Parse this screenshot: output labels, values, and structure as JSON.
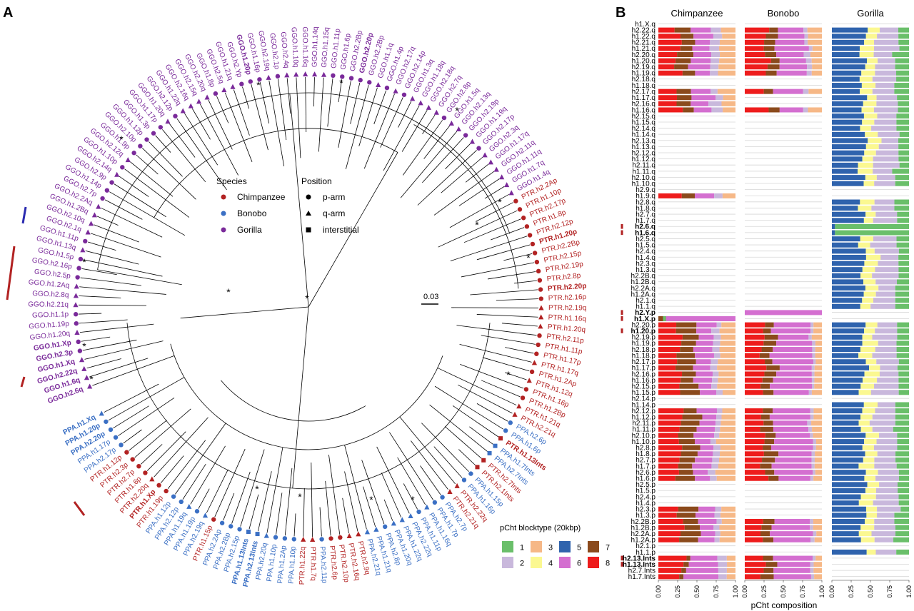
{
  "panels": {
    "a": "A",
    "b": "B"
  },
  "colors": {
    "chimp": "#b22222",
    "bonobo": "#3a6fc4",
    "gorilla": "#7a2a9a",
    "blocks": {
      "1": "#6abf6a",
      "2": "#c9b8dc",
      "3": "#f6b887",
      "4": "#fbf891",
      "5": "#2f63ad",
      "6": "#d46fd0",
      "7": "#8b4a1c",
      "8": "#ee1c1c"
    }
  },
  "legend_species": {
    "title": "Species",
    "items": [
      {
        "label": "Chimpanzee",
        "color": "#b22222"
      },
      {
        "label": "Bonobo",
        "color": "#3a6fc4"
      },
      {
        "label": "Gorilla",
        "color": "#7a2a9a"
      }
    ]
  },
  "legend_position": {
    "title": "Position",
    "items": [
      {
        "label": "p-arm",
        "shape": "circle"
      },
      {
        "label": "q-arm",
        "shape": "triangle"
      },
      {
        "label": "interstitial",
        "shape": "square"
      }
    ]
  },
  "scale_label": "0.03",
  "tip_labels": {
    "gorilla_top": [
      "GGO.h2.20q",
      "GGO.h1.8p",
      "GGO.h2.5q",
      "GGO.h1.21q",
      "GGO.h2.Yp",
      "GGO.h1.20p",
      "GGO.h1.16p",
      "GGO.h2.19q",
      "GGO.h2.1p",
      "GGO.h2.4q",
      "GGO.h1.10q",
      "GGO.h1.16q",
      "GGO.h1.14q",
      "GGO.h1.15q",
      "GGO.h1.11p",
      "GGO.h1.6p",
      "GGO.h2.2Bp",
      "GGO.h2.20p",
      "GGO.h2.2Bp",
      "GGO.h1.1q",
      "GGO.h1.4p",
      "GGO.h2.17q",
      "GGO.h2.14p",
      "GGO.h1.3q",
      "GGO.h1.18q",
      "GGO.h2.18q",
      "GGO.h2.7q",
      "GGO.h2.8p",
      "GGO.h1.5q",
      "GGO.h2.13q",
      "GGO.h2.19p",
      "GGO.h1.19q",
      "GGO.h2.17p",
      "GGO.h2.3q",
      "GGO.h1.17q",
      "GGO.h2.11q",
      "GGO.h1.11q",
      "GGO.h1.7q",
      "GGO.h1.4q"
    ],
    "gorilla_left": [
      "GGO.h1.20q",
      "GGO.h1.19p",
      "GGO.h1.1p",
      "GGO.h2.21q",
      "GGO.h2.8q",
      "GGO.h1.2Aq",
      "GGO.h2.5p",
      "GGO.h2.16p",
      "GGO.h1.5p",
      "GGO.h1.13q",
      "GGO.h1.11p",
      "GGO.h2.1q",
      "GGO.h2.10q",
      "GGO.h1.2Bq",
      "GGO.h2.2Aq",
      "GGO.h2.7p",
      "GGO.h1.14p",
      "GGO.h2.9p",
      "GGO.h2.14q",
      "GGO.h1.10p",
      "GGO.h2.12q",
      "GGO.h1.9p",
      "GGO.h2.10p",
      "GGO.h1.12p",
      "GGO.h1.3p",
      "GGO.h1.17p",
      "GGO.h1.20q",
      "GGO.h2.12p",
      "GGO.h1.22q",
      "GGO.h2.16q",
      "GGO.h2.15q"
    ],
    "gorilla_bold": [
      "GGO.h1.Xp",
      "GGO.h2.3p",
      "GGO.h1.Xq",
      "GGO.h2.22q",
      "GGO.h1.6q",
      "GGO.h2.6q"
    ],
    "left_lower": [
      "PPA.h1.Xq",
      "PPA.h1.20p",
      "PPA.h2.20p",
      "PPA.h1.17p",
      "PPA.h2.17p",
      "PTR.h1.12p",
      "PTR.h2.3p",
      "PTR.h2.7p",
      "PTR.h1.6p",
      "PTR.h2.20q",
      "PTR.h1.Xp",
      "PTR.h1.19p",
      "PPA.h1.12p",
      "PPA.h2.12p",
      "PPA.h1.19q",
      "PPA.h1.19p",
      "PPA.h2.19q",
      "PTR.h1.15p",
      "PPA.h2.2Ap",
      "PPA.h2.2Bp",
      "PPA.h2.15p",
      "PPA.h1.13Ints",
      "PPA.h2.13Ints",
      "PPA.h2.20q",
      "PPA.h1.10p",
      "PPA.h1.2Ap",
      "PPA.h1.10p"
    ],
    "bottom": [
      "PTR.h1.22q",
      "PTR.h1.7q",
      "PPA.h2.11p",
      "PTR.h2.6p",
      "PTR.h2.10p",
      "PTR.h2.16q",
      "PTR.h2.9q",
      "PPA.h2.21q",
      "PPA.h1.21q",
      "PPA.h2.8p",
      "PPA.h1.20q",
      "PPA.h1.22q",
      "PPA.h2.22q",
      "PPA.h1.11p",
      "PPA.h1.16q",
      "PPA.h1.7p",
      "PPA.h2.7p",
      "PTR.h2.21q",
      "PTR.h2.22q",
      "PPA.h1.16p",
      "PPA.h1.15p",
      "PTR.h2.1Ints",
      "PTR.h2.7Ints",
      "PPA.h2.7Ints",
      "PPA.h1.7Ints",
      "PTR.h1.13Ints",
      "PPA.h1.6p",
      "PPA.h2.6p"
    ],
    "right_lower": [
      "PTR.h2.2Ap",
      "PTR.h1.10p",
      "PTR.h2.17p",
      "PTR.h1.8p",
      "PTR.h2.12p",
      "PTR.h1.20p",
      "PTR.h2.2Bp",
      "PTR.h2.15p",
      "PTR.h2.19p",
      "PTR.h2.8p",
      "PTR.h2.20p",
      "PTR.h2.16p",
      "PTR.h2.19q",
      "PTR.h1.16q",
      "PTR.h1.20q",
      "PTR.h2.11p",
      "PTR.h1.11p",
      "PTR.h1.17p",
      "PTR.h1.17q",
      "PTR.h1.2Ap",
      "PTR.h1.12q",
      "PTR.h1.16p",
      "PTR.h1.2Bp",
      "PTR.h1.21q",
      "PTR.h2.21q"
    ]
  },
  "chart_data": [
    {
      "type": "tree",
      "panel": "A",
      "scale_bar": "0.03",
      "species_legend": [
        "Chimpanzee",
        "Bonobo",
        "Gorilla"
      ],
      "position_legend": [
        "p-arm",
        "q-arm",
        "interstitial"
      ]
    },
    {
      "type": "bar",
      "stacked": true,
      "orientation": "horizontal",
      "panel": "B",
      "facets": [
        "Chimpanzee",
        "Bonobo",
        "Gorilla"
      ],
      "xlabel": "pCht composition",
      "xlim": [
        0,
        1
      ],
      "xticks": [
        "0.00",
        "0.25",
        "0.50",
        "0.75",
        "1.00"
      ],
      "legend_title": "pCht blocktype (20kbp)",
      "legend": [
        "1",
        "2",
        "3",
        "4",
        "5",
        "6",
        "7",
        "8"
      ],
      "legend_order": [
        "1",
        "3",
        "5",
        "7",
        "2",
        "4",
        "6",
        "8"
      ],
      "rows": [
        "h1.X.q",
        "h2.22.q",
        "h1.22.q",
        "h2.21.q",
        "h1.21.q",
        "h2.20.q",
        "h1.20.q",
        "h2.19.q",
        "h1.19.q",
        "h2.18.q",
        "h1.18.q",
        "h2.17.q",
        "h1.17.q",
        "h2.16.q",
        "h1.16.q",
        "h2.15.q",
        "h1.15.q",
        "h2.14.q",
        "h1.14.q",
        "h2.13.q",
        "h1.13.q",
        "h2.12.q",
        "h1.12.q",
        "h2.11.q",
        "h1.11.q",
        "h2.10.q",
        "h1.10.q",
        "h2.9.q",
        "h1.9.q",
        "h2.8.q",
        "h1.8.q",
        "h2.7.q",
        "h1.7.q",
        "h2.6.q",
        "h1.6.q",
        "h2.5.q",
        "h1.5.q",
        "h2.4.q",
        "h1.4.q",
        "h2.3.q",
        "h1.3.q",
        "h2.2B.q",
        "h1.2B.q",
        "h2.2A.q",
        "h1.2A.q",
        "h2.1.q",
        "h1.1.q",
        "h2.Y.p",
        "h1.X.p",
        "h2.20.p",
        "h1.20.p",
        "h2.19.p",
        "h1.19.p",
        "h2.18.p",
        "h1.18.p",
        "h2.17.p",
        "h1.17.p",
        "h2.16.p",
        "h1.16.p",
        "h2.15.p",
        "h1.15.p",
        "h2.14.p",
        "h1.14.p",
        "h2.12.p",
        "h1.12.p",
        "h2.11.p",
        "h1.11.p",
        "h2.10.p",
        "h1.10.p",
        "h2.8.p",
        "h1.8.p",
        "h2.7.p",
        "h1.7.p",
        "h2.6.p",
        "h1.6.p",
        "h2.5.p",
        "h1.5.p",
        "h2.4.p",
        "h1.4.p",
        "h2.3.p",
        "h1.3.p",
        "h2.2B.p",
        "h1.2B.p",
        "h2.2A.p",
        "h1.2A.p",
        "h2.1.p",
        "h1.1.p",
        "h2.13.Ints",
        "h1.13.Ints",
        "h2.7.Ints",
        "h1.7.Ints"
      ],
      "bold_rows": [
        "h2.6.q",
        "h1.6.q",
        "h2.Y.p",
        "h1.X.p",
        "h1.20.p",
        "h2.13.Ints",
        "h1.13.Ints"
      ],
      "marked_rows": [
        "h2.6.q",
        "h1.6.q",
        "h2.Y.p",
        "h1.X.p",
        "h1.20.p",
        "h2.13.Ints",
        "h1.13.Ints"
      ],
      "profiles": {
        "chimp_q": [
          [
            "8",
            0.26
          ],
          [
            "7",
            0.18
          ],
          [
            "6",
            0.24
          ],
          [
            "2",
            0.12
          ],
          [
            "3",
            0.2
          ]
        ],
        "chimp_p": [
          [
            "8",
            0.28
          ],
          [
            "7",
            0.22
          ],
          [
            "6",
            0.22
          ],
          [
            "2",
            0.08
          ],
          [
            "3",
            0.2
          ]
        ],
        "chimp_ints": [
          [
            "8",
            0.3
          ],
          [
            "7",
            0.06
          ],
          [
            "6",
            0.44
          ],
          [
            "2",
            0.1
          ],
          [
            "3",
            0.1
          ]
        ],
        "bonobo_q": [
          [
            "8",
            0.28
          ],
          [
            "7",
            0.14
          ],
          [
            "6",
            0.36
          ],
          [
            "2",
            0.06
          ],
          [
            "3",
            0.16
          ]
        ],
        "bonobo_p": [
          [
            "8",
            0.24
          ],
          [
            "7",
            0.14
          ],
          [
            "6",
            0.48
          ],
          [
            "2",
            0.04
          ],
          [
            "3",
            0.1
          ]
        ],
        "gorilla": [
          [
            "5",
            0.4
          ],
          [
            "4",
            0.16
          ],
          [
            "2",
            0.28
          ],
          [
            "1",
            0.16
          ]
        ]
      },
      "presence": {
        "chimp": [
          "h2.22.q",
          "h1.22.q",
          "h2.21.q",
          "h1.21.q",
          "h2.20.q",
          "h1.20.q",
          "h2.19.q",
          "h1.19.q",
          "h2.17.q",
          "h1.17.q",
          "h2.16.q",
          "h1.16.q",
          "h1.9.q",
          "h1.X.p",
          "h2.20.p",
          "h1.20.p",
          "h2.19.p",
          "h1.19.p",
          "h2.18.p",
          "h1.18.p",
          "h2.17.p",
          "h1.17.p",
          "h2.16.p",
          "h1.16.p",
          "h2.15.p",
          "h1.15.p",
          "h2.12.p",
          "h1.12.p",
          "h2.11.p",
          "h1.11.p",
          "h2.10.p",
          "h1.10.p",
          "h2.8.p",
          "h1.8.p",
          "h2.7.p",
          "h1.7.p",
          "h2.6.p",
          "h1.6.p",
          "h2.3.p",
          "h1.3.p",
          "h2.2B.p",
          "h1.2B.p",
          "h2.2A.p",
          "h1.2A.p",
          "h2.13.Ints",
          "h1.13.Ints",
          "h2.7.Ints",
          "h1.7.Ints"
        ],
        "bonobo": [
          "h2.22.q",
          "h1.22.q",
          "h2.21.q",
          "h1.21.q",
          "h2.20.q",
          "h1.20.q",
          "h2.19.q",
          "h1.19.q",
          "h2.17.q",
          "h1.16.q",
          "h2.Y.p",
          "h2.20.p",
          "h1.20.p",
          "h2.19.p",
          "h1.19.p",
          "h2.18.p",
          "h1.18.p",
          "h2.17.p",
          "h1.17.p",
          "h2.16.p",
          "h1.16.p",
          "h2.15.p",
          "h1.15.p",
          "h2.12.p",
          "h1.12.p",
          "h2.11.p",
          "h1.11.p",
          "h2.10.p",
          "h1.10.p",
          "h2.8.p",
          "h1.8.p",
          "h2.7.p",
          "h1.7.p",
          "h2.6.p",
          "h1.6.p",
          "h2.2B.p",
          "h1.2B.p",
          "h2.2A.p",
          "h1.2A.p",
          "h2.13.Ints",
          "h1.13.Ints",
          "h2.7.Ints",
          "h1.7.Ints"
        ],
        "gorilla_absent": [
          "h1.X.q",
          "h1.9.q",
          "h2.9.q",
          "h2.Y.p",
          "h1.X.p",
          "h2.14.p",
          "h2.1.p",
          "h2.13.Ints",
          "h1.13.Ints",
          "h2.7.Ints",
          "h1.7.Ints"
        ]
      }
    }
  ]
}
